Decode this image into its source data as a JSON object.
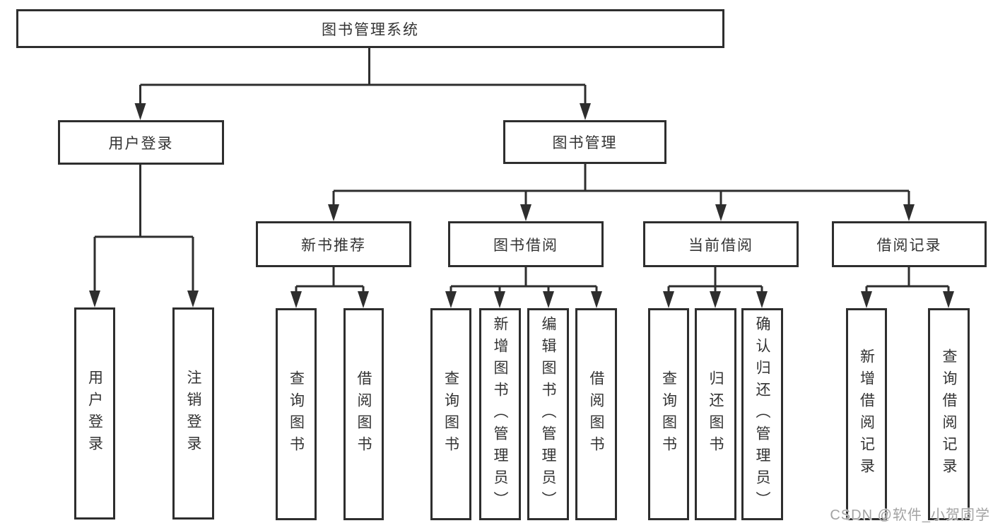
{
  "colors": {
    "line": "#2e2e2e",
    "text": "#333333",
    "box_bg": "#ffffff",
    "watermark": "#a3a3a3"
  },
  "watermark": {
    "text": "CSDN @软件_小贺同学"
  },
  "tree": {
    "root": {
      "label": "图书管理系统",
      "children": [
        {
          "label": "用户登录",
          "children": [
            {
              "label": "用户登录"
            },
            {
              "label": "注销登录"
            }
          ]
        },
        {
          "label": "图书管理",
          "children": [
            {
              "label": "新书推荐",
              "children": [
                {
                  "label": "查询图书"
                },
                {
                  "label": "借阅图书"
                }
              ]
            },
            {
              "label": "图书借阅",
              "children": [
                {
                  "label": "查询图书"
                },
                {
                  "label": "新增图书（管理员）"
                },
                {
                  "label": "编辑图书（管理员）"
                },
                {
                  "label": "借阅图书"
                }
              ]
            },
            {
              "label": "当前借阅",
              "children": [
                {
                  "label": "查询图书"
                },
                {
                  "label": "归还图书"
                },
                {
                  "label": "确认归还（管理员）"
                }
              ]
            },
            {
              "label": "借阅记录",
              "children": [
                {
                  "label": "新增借阅记录"
                },
                {
                  "label": "查询借阅记录"
                }
              ]
            }
          ]
        }
      ]
    }
  }
}
